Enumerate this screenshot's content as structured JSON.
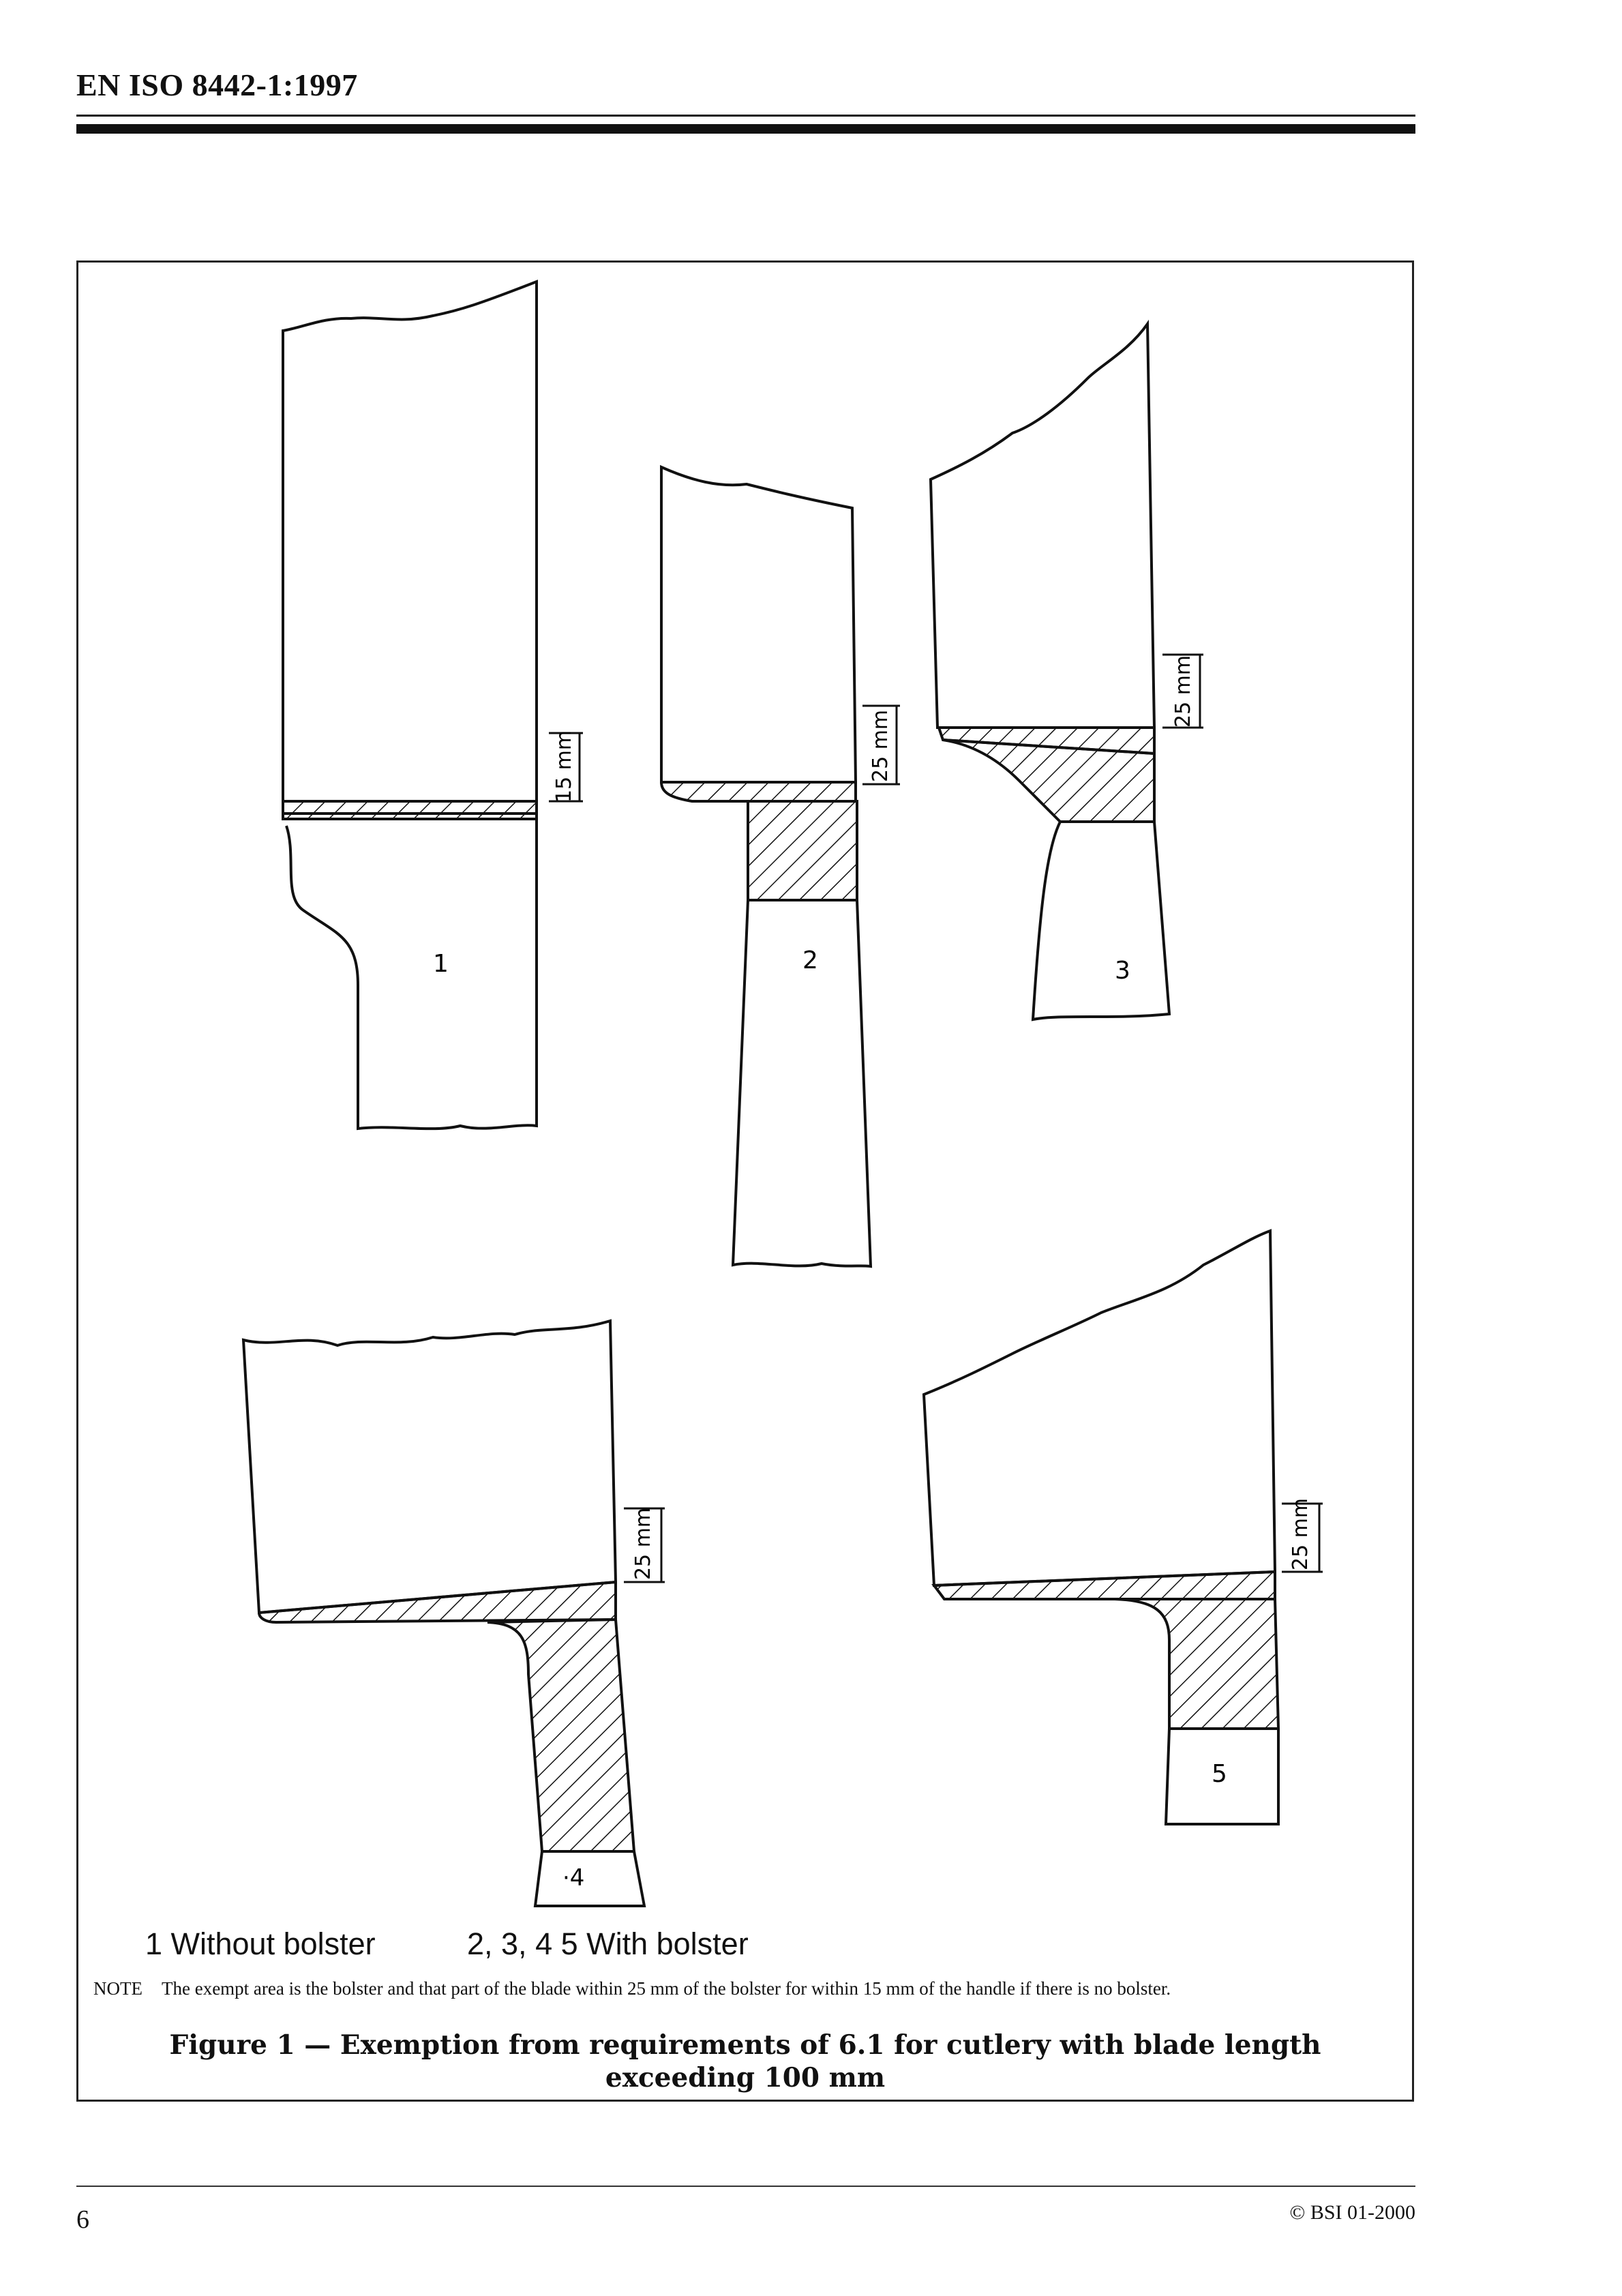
{
  "header": {
    "doc_id": "EN ISO 8442-1:1997"
  },
  "figure": {
    "knife_labels": [
      "1",
      "2",
      "3",
      "·4",
      "5"
    ],
    "dimension_labels": [
      "15 mm",
      "25 mm",
      "25 mm",
      "25 mm",
      "25 mm"
    ],
    "legend": {
      "without_bolster": "1  Without bolster",
      "with_bolster": "2, 3, 4 5  With bolster"
    },
    "note_label": "NOTE",
    "note_text": "The exempt area is the bolster and that part of the blade within 25 mm of the bolster for within 15 mm of the handle if there is no bolster.",
    "caption_line1": "Figure 1 — Exemption from requirements of 6.1 for cutlery with blade length",
    "caption_line2": "exceeding 100 mm"
  },
  "footer": {
    "page_number": "6",
    "copyright": "© BSI 01-2000"
  }
}
